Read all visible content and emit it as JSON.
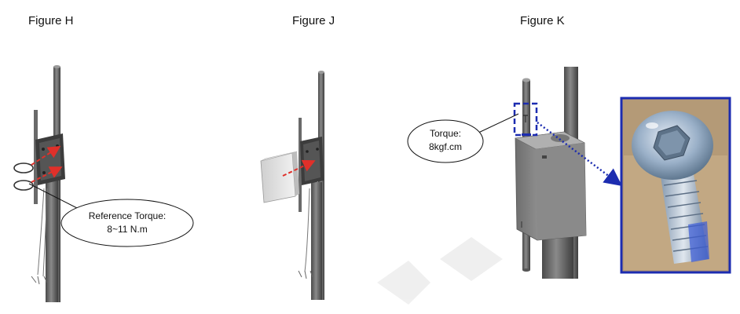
{
  "figures": {
    "h": {
      "title": "Figure H",
      "callout_line1": "Reference Torque:",
      "callout_line2": "8~11 N.m"
    },
    "j": {
      "title": "Figure J"
    },
    "k": {
      "title": "Figure K",
      "callout_line1": "Torque:",
      "callout_line2": "8kgf.cm"
    }
  },
  "colors": {
    "arrow_red": "#e0302a",
    "highlight_blue": "#1c2cb0",
    "metal_dark": "#5a5a5a",
    "metal_light": "#9a9a9a",
    "enclosure": "#8c8c8c"
  },
  "icons": {
    "watermark": "watermark-shape",
    "bolt_photo": "bolt-photo-icon"
  }
}
